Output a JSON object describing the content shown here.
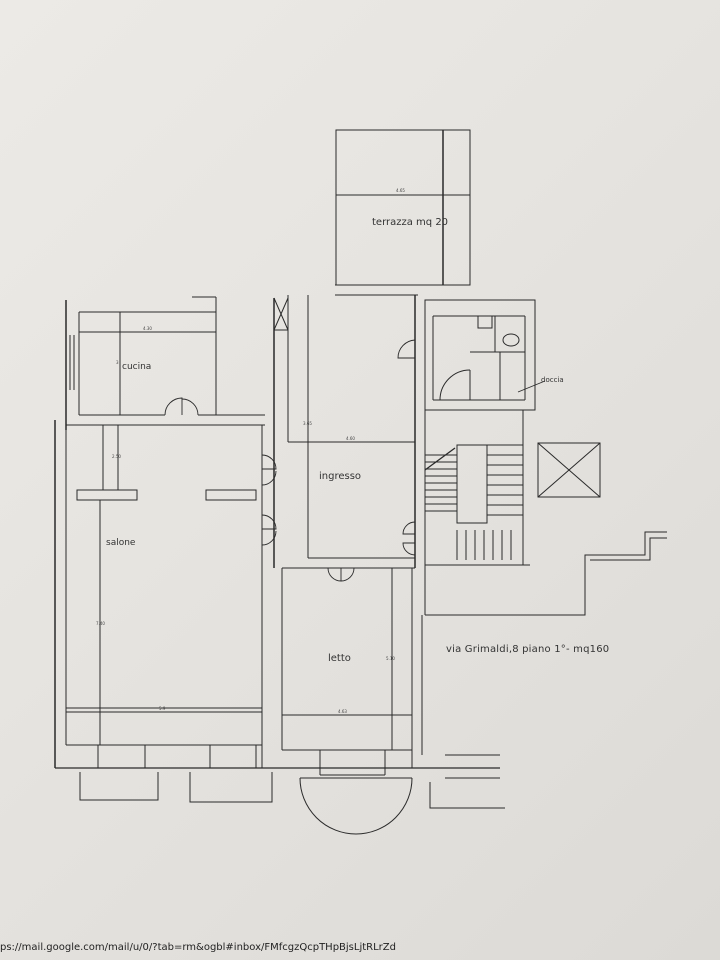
{
  "plan": {
    "rooms": {
      "terrazza": "terrazza mq 20",
      "cucina": "cucina",
      "ingresso": "ingresso",
      "salone": "salone",
      "letto": "letto",
      "doccia": "doccia"
    },
    "address_note": "via Grimaldi,8 piano 1°- mq160",
    "dimensions": {
      "terrazza_width": "4.65",
      "cucina_width": "4.30",
      "cucina_height": "3",
      "ingresso_width": "4.60",
      "ingresso_height": "3.65",
      "salone_height": "2.50",
      "salone_length": "7.40",
      "salone_width": "5.9",
      "letto_width": "4.63",
      "letto_height": "5.10"
    }
  },
  "footer": {
    "url": "ps://mail.google.com/mail/u/0/?tab=rm&ogbl#inbox/FMfcgzQcpTHpBjsLjtRLrZd"
  }
}
